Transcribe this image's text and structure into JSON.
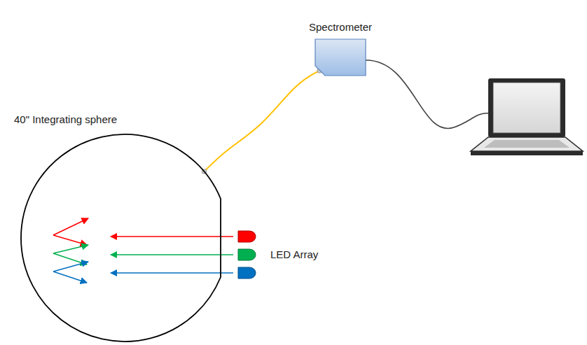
{
  "diagram": {
    "nodes": [
      {
        "text": [
          "Spectrometer"
        ]
      },
      {
        "text": [
          "40\" Integrating sphere"
        ]
      }
    ],
    "edges": [
      {
        "from": 1,
        "to": 0,
        "arrow": "none"
      }
    ],
    "labels": [
      "LED Array"
    ]
  }
}
